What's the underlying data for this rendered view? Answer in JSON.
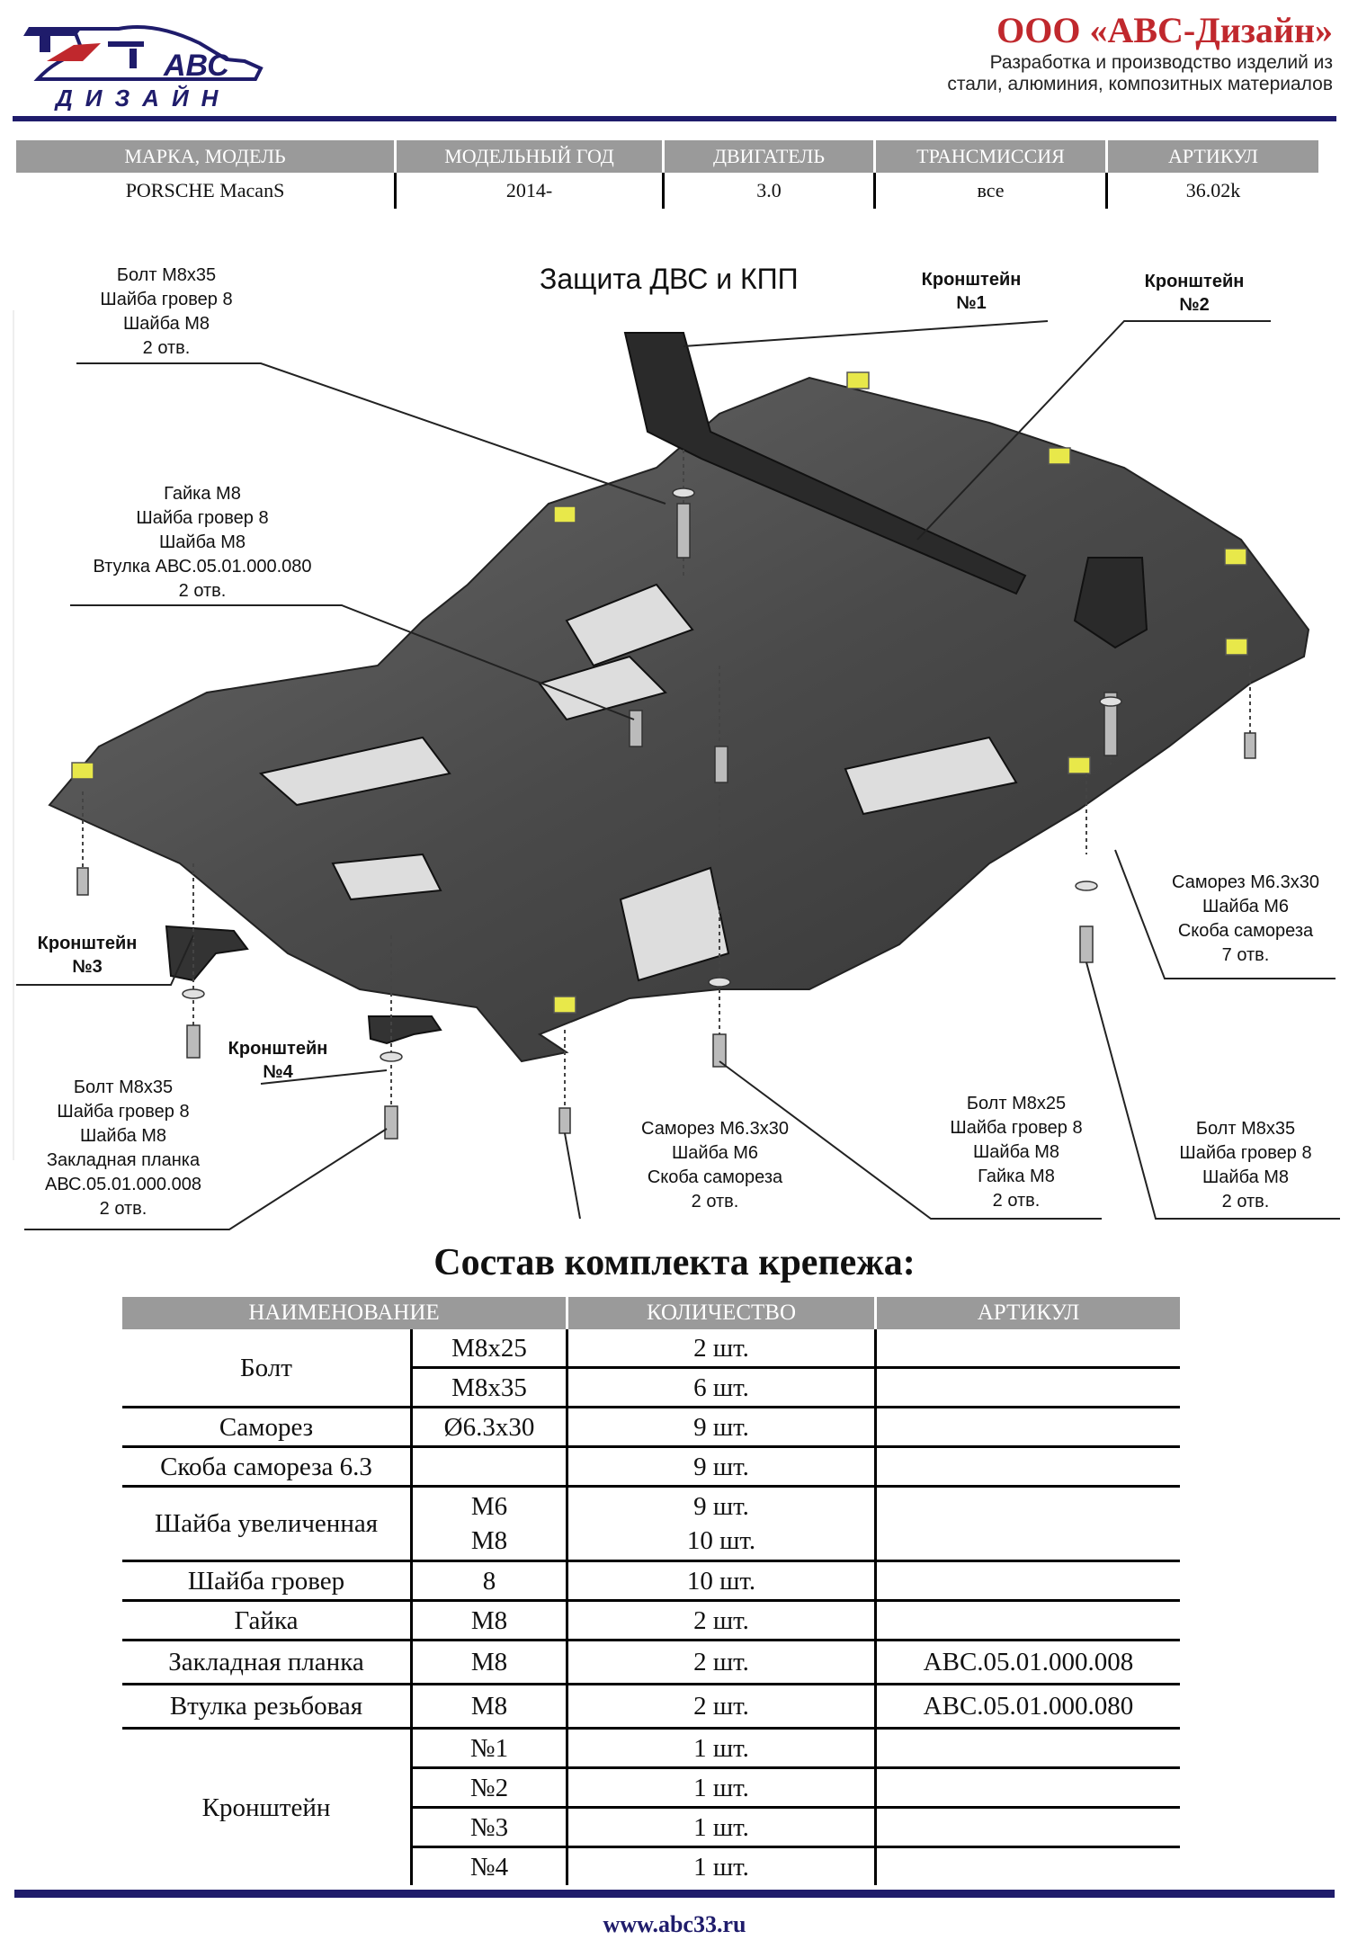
{
  "company": {
    "name": "ООО «АВС-Дизайн»",
    "line1": "Разработка и производство изделий из",
    "line2": "стали, алюминия, композитных материалов",
    "logo_text_top": "АВС",
    "logo_text_bottom": "ДИЗАЙН"
  },
  "model_table": {
    "headers": [
      "МАРКА, МОДЕЛЬ",
      "МОДЕЛЬНЫЙ ГОД",
      "ДВИГАТЕЛЬ",
      "ТРАНСМИССИЯ",
      "АРТИКУЛ"
    ],
    "row": [
      "PORSCHE MacanS",
      "2014-",
      "3.0",
      "все",
      "36.02k"
    ]
  },
  "diagram": {
    "title": "Защита ДВС и КПП",
    "bracket1": [
      "Кронштейн",
      "№1"
    ],
    "bracket2": [
      "Кронштейн",
      "№2"
    ],
    "bracket3": [
      "Кронштейн",
      "№3"
    ],
    "bracket4": [
      "Кронштейн",
      "№4"
    ],
    "callout_top_left": [
      "Болт М8х35",
      "Шайба гровер 8",
      "Шайба М8",
      "2 отв."
    ],
    "callout_mid_left": [
      "Гайка М8",
      "Шайба гровер 8",
      "Шайба М8",
      "Втулка АВС.05.01.000.080",
      "2 отв."
    ],
    "callout_right_mid": [
      "Саморез М6.3х30",
      "Шайба М6",
      "Скоба самореза",
      "7 отв."
    ],
    "callout_bottom_left": [
      "Болт М8х35",
      "Шайба гровер 8",
      "Шайба М8",
      "Закладная  планка",
      "АВС.05.01.000.008",
      "2 отв."
    ],
    "callout_bottom_center": [
      "Саморез М6.3х30",
      "Шайба М6",
      "Скоба самореза",
      "2 отв."
    ],
    "callout_bottom_m8x25": [
      "Болт М8х25",
      "Шайба гровер 8",
      "Шайба М8",
      "Гайка М8",
      "2 отв."
    ],
    "callout_bottom_right": [
      "Болт М8х35",
      "Шайба гровер 8",
      "Шайба М8",
      "2 отв."
    ]
  },
  "kit": {
    "title": "Состав комплекта крепежа:",
    "headers": [
      "НАИМЕНОВАНИЕ",
      "КОЛИЧЕСТВО",
      "АРТИКУЛ"
    ],
    "bolt": {
      "name": "Болт",
      "r1": [
        "М8х25",
        "2 шт."
      ],
      "r2": [
        "М8х35",
        "6 шт."
      ]
    },
    "screw": {
      "name": "Саморез",
      "size": "Ø6.3х30",
      "qty": "9 шт."
    },
    "clip": {
      "name": "Скоба самореза 6.3",
      "qty": "9 шт."
    },
    "washer_big": {
      "name": "Шайба увеличенная",
      "s1": "М6",
      "s2": "М8",
      "q1": "9 шт.",
      "q2": "10 шт."
    },
    "grover": {
      "name": "Шайба гровер",
      "size": "8",
      "qty": "10 шт."
    },
    "nut": {
      "name": "Гайка",
      "size": "М8",
      "qty": "2 шт."
    },
    "plate": {
      "name": "Закладная планка",
      "size": "М8",
      "qty": "2 шт.",
      "art": "АВС.05.01.000.008"
    },
    "sleeve": {
      "name": "Втулка резьбовая",
      "size": "М8",
      "qty": "2 шт.",
      "art": "АВС.05.01.000.080"
    },
    "bracket": {
      "name": "Кронштейн",
      "rows": [
        [
          "№1",
          "1 шт."
        ],
        [
          "№2",
          "1 шт."
        ],
        [
          "№3",
          "1 шт."
        ],
        [
          "№4",
          "1 шт."
        ]
      ]
    }
  },
  "footer": {
    "website": "www.abc33.ru"
  },
  "colors": {
    "brand_blue": "#1f1c6b",
    "brand_red": "#c0282d",
    "header_gray": "#9a9a9a",
    "clip_yellow": "#e8e84a"
  }
}
